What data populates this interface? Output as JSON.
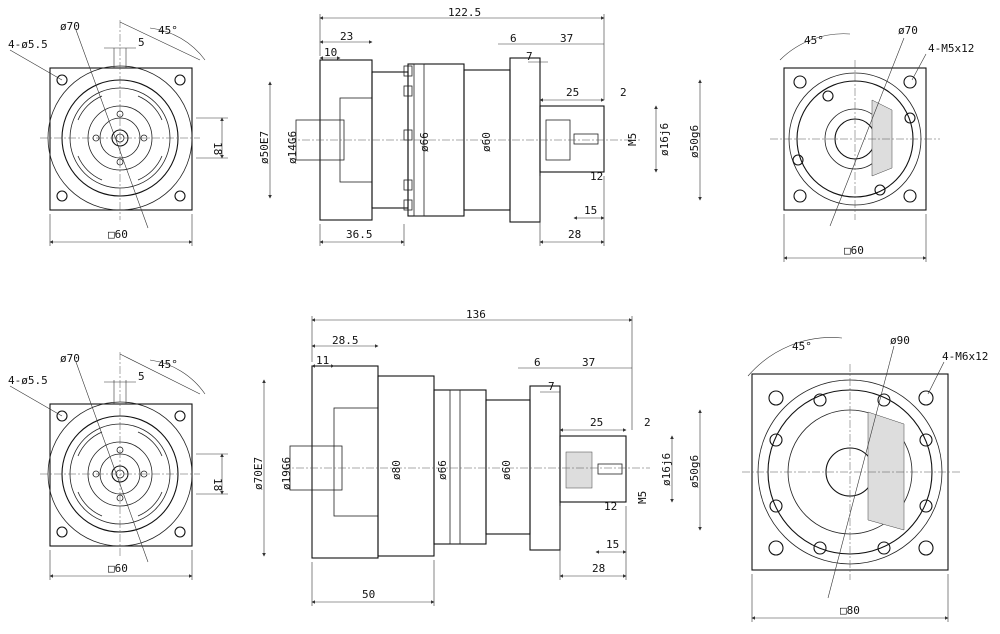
{
  "view1": {
    "dia_circle": "ø70",
    "holes": "4-ø5.5",
    "angle": "45°",
    "key_w": "5",
    "height": "18",
    "square": "□60"
  },
  "view2": {
    "total_len": "122.5",
    "flange_len": "23",
    "flange_thk": "10",
    "bore_len": "36.5",
    "d_pilot": "ø50E7",
    "d_input": "ø14G6",
    "d_body1": "ø66",
    "d_body2": "ø60",
    "step1": "6",
    "len37": "37",
    "step2": "7",
    "shaft25": "25",
    "shaft2": "2",
    "m5": "M5",
    "d_shaft": "ø16j6",
    "d_spigot": "ø50g6",
    "thread12": "12",
    "thread15": "15",
    "shaft28": "28"
  },
  "view3": {
    "angle": "45°",
    "dia_circle": "ø70",
    "threads": "4-M5x12",
    "square": "□60"
  },
  "view4": {
    "dia_circle": "ø70",
    "holes": "4-ø5.5",
    "angle": "45°",
    "key_w": "5",
    "height": "18",
    "square": "□60"
  },
  "view5": {
    "total_len": "136",
    "flange_len": "28.5",
    "flange_thk": "11",
    "bore_len": "50",
    "d_pilot": "ø70E7",
    "d_input": "ø19G6",
    "d_body0": "ø80",
    "d_body1": "ø66",
    "d_body2": "ø60",
    "step1": "6",
    "len37": "37",
    "step2": "7",
    "shaft25": "25",
    "shaft2": "2",
    "m5": "M5",
    "d_shaft": "ø16j6",
    "d_spigot": "ø50g6",
    "thread12": "12",
    "thread15": "15",
    "shaft28": "28"
  },
  "view6": {
    "angle": "45°",
    "dia_circle": "ø90",
    "threads": "4-M6x12",
    "square": "□80"
  }
}
